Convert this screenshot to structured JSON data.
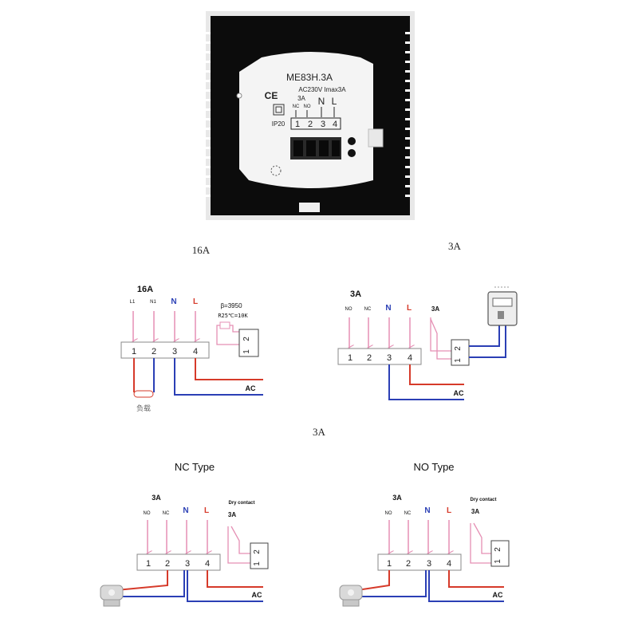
{
  "device": {
    "model": "ME83H.3A",
    "ce_mark": "CE",
    "rating": "AC230V Imax3A",
    "relay": "3A",
    "nc": "NC",
    "no": "NO",
    "n": "N",
    "l": "L",
    "terminals": [
      "1",
      "2",
      "3",
      "4"
    ],
    "ip": "IP20"
  },
  "section_labels": {
    "top_left": "16A",
    "top_right": "3A",
    "middle": "3A"
  },
  "d16a": {
    "title": "16A",
    "l1": "L1",
    "n1": "N1",
    "n": "N",
    "l": "L",
    "beta": "β=3950",
    "r25": "R25℃=10K",
    "terminals": [
      "1",
      "2",
      "3",
      "4"
    ],
    "sensor_terminals": [
      "1",
      "2"
    ],
    "load": "负载",
    "ac": "AC"
  },
  "d3a": {
    "title": "3A",
    "no": "NO",
    "nc": "NC",
    "n": "N",
    "l": "L",
    "relay": "3A",
    "terminals": [
      "1",
      "2",
      "3",
      "4"
    ],
    "dry_terminals": [
      "1",
      "2"
    ],
    "ac": "AC"
  },
  "nc_type": {
    "heading": "NC Type",
    "title": "3A",
    "no": "NO",
    "nc": "NC",
    "n": "N",
    "l": "L",
    "dry_contact": "Dry contact",
    "relay": "3A",
    "terminals": [
      "1",
      "2",
      "3",
      "4"
    ],
    "dry_terminals": [
      "1",
      "2"
    ],
    "ac": "AC"
  },
  "no_type": {
    "heading": "NO Type",
    "title": "3A",
    "no": "NO",
    "nc": "NC",
    "n": "N",
    "l": "L",
    "dry_contact": "Dry contact",
    "relay": "3A",
    "terminals": [
      "1",
      "2",
      "3",
      "4"
    ],
    "dry_terminals": [
      "1",
      "2"
    ],
    "ac": "AC"
  },
  "colors": {
    "neutral": "#2b3fb5",
    "live": "#d63a2a",
    "pink": "#e58fb4",
    "black": "#111111"
  }
}
